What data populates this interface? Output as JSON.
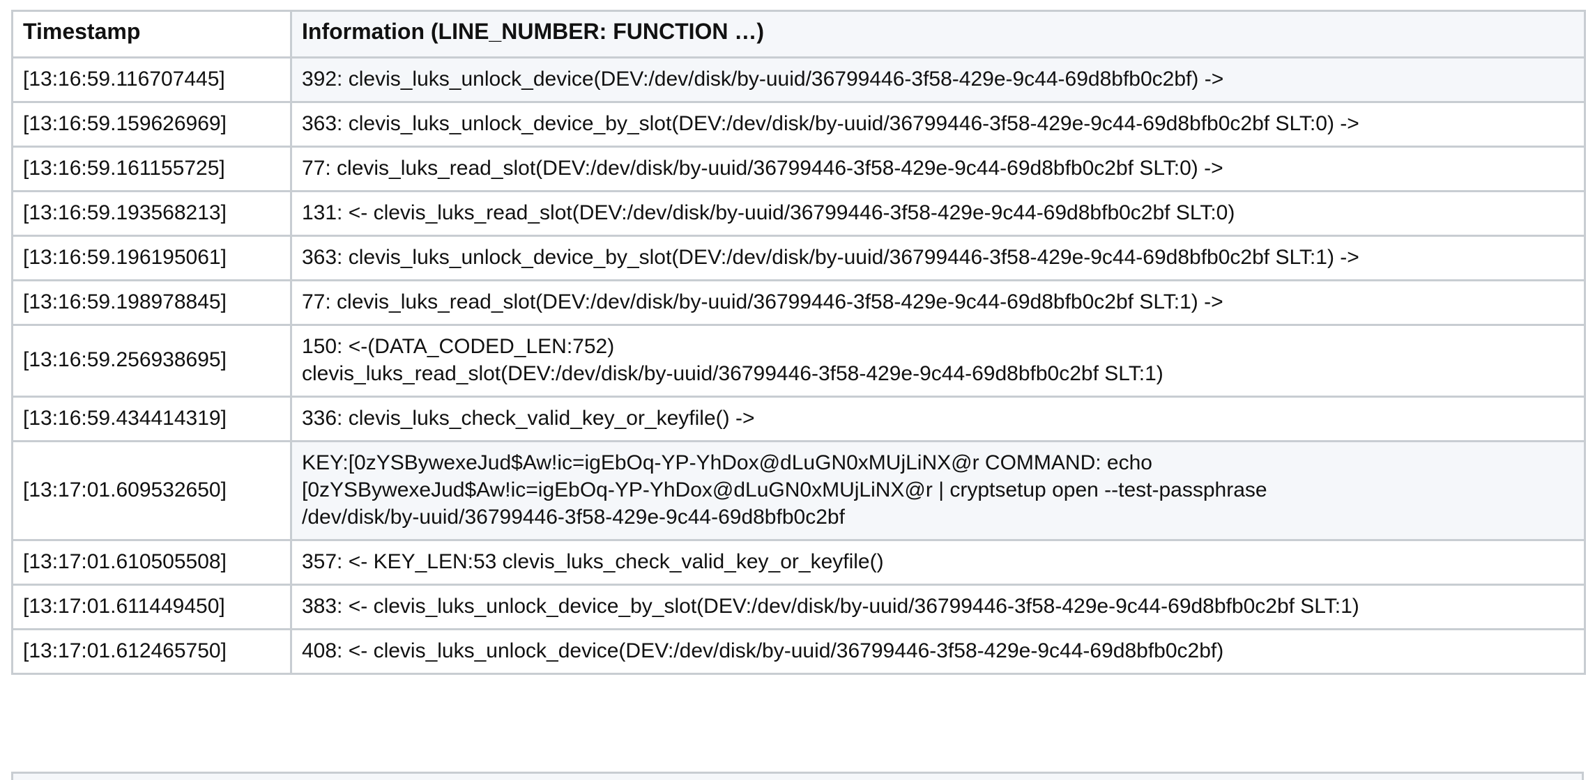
{
  "table": {
    "columns": [
      {
        "key": "timestamp",
        "label": "Timestamp"
      },
      {
        "key": "information",
        "label": "Information (LINE_NUMBER: FUNCTION …)"
      }
    ],
    "colors": {
      "border": "#c8cdd2",
      "row_shade": "#f5f7fa",
      "row_plain": "#ffffff",
      "text": "#111111",
      "key_row_marker": "#111111"
    },
    "rows": [
      {
        "timestamp": "[13:16:59.116707445]",
        "information": "392: clevis_luks_unlock_device(DEV:/dev/disk/by-uuid/36799446-3f58-429e-9c44-69d8bfb0c2bf) ->",
        "shaded": true
      },
      {
        "timestamp": "[13:16:59.159626969]",
        "information": "363: clevis_luks_unlock_device_by_slot(DEV:/dev/disk/by-uuid/36799446-3f58-429e-9c44-69d8bfb0c2bf SLT:0) ->",
        "shaded": false
      },
      {
        "timestamp": "[13:16:59.161155725]",
        "information": "77: clevis_luks_read_slot(DEV:/dev/disk/by-uuid/36799446-3f58-429e-9c44-69d8bfb0c2bf SLT:0) ->",
        "shaded": false
      },
      {
        "timestamp": "[13:16:59.193568213]",
        "information": "131: <- clevis_luks_read_slot(DEV:/dev/disk/by-uuid/36799446-3f58-429e-9c44-69d8bfb0c2bf SLT:0)",
        "shaded": false
      },
      {
        "timestamp": "[13:16:59.196195061]",
        "information": "363: clevis_luks_unlock_device_by_slot(DEV:/dev/disk/by-uuid/36799446-3f58-429e-9c44-69d8bfb0c2bf SLT:1) ->",
        "shaded": false
      },
      {
        "timestamp": "[13:16:59.198978845]",
        "information": "77: clevis_luks_read_slot(DEV:/dev/disk/by-uuid/36799446-3f58-429e-9c44-69d8bfb0c2bf SLT:1) ->",
        "shaded": false
      },
      {
        "timestamp": "[13:16:59.256938695]",
        "information": "150: <-(DATA_CODED_LEN:752)\nclevis_luks_read_slot(DEV:/dev/disk/by-uuid/36799446-3f58-429e-9c44-69d8bfb0c2bf SLT:1)",
        "shaded": false
      },
      {
        "timestamp": "[13:16:59.434414319]",
        "information": "336: clevis_luks_check_valid_key_or_keyfile() ->",
        "shaded": false
      },
      {
        "timestamp": "[13:17:01.609532650]",
        "information": "KEY:[0zYSBywexeJud$Aw!ic=igEbOq-YP-YhDox@dLuGN0xMUjLiNX@r COMMAND: echo\n[0zYSBywexeJud$Aw!ic=igEbOq-YP-YhDox@dLuGN0xMUjLiNX@r | cryptsetup open --test-passphrase\n/dev/disk/by-uuid/36799446-3f58-429e-9c44-69d8bfb0c2bf",
        "shaded": true,
        "key_row": true
      },
      {
        "timestamp": "[13:17:01.610505508]",
        "information": "357: <- KEY_LEN:53 clevis_luks_check_valid_key_or_keyfile()",
        "shaded": false
      },
      {
        "timestamp": "[13:17:01.611449450]",
        "information": "383: <- clevis_luks_unlock_device_by_slot(DEV:/dev/disk/by-uuid/36799446-3f58-429e-9c44-69d8bfb0c2bf SLT:1)",
        "shaded": false
      },
      {
        "timestamp": "[13:17:01.612465750]",
        "information": "408: <- clevis_luks_unlock_device(DEV:/dev/disk/by-uuid/36799446-3f58-429e-9c44-69d8bfb0c2bf)",
        "shaded": false
      }
    ]
  }
}
